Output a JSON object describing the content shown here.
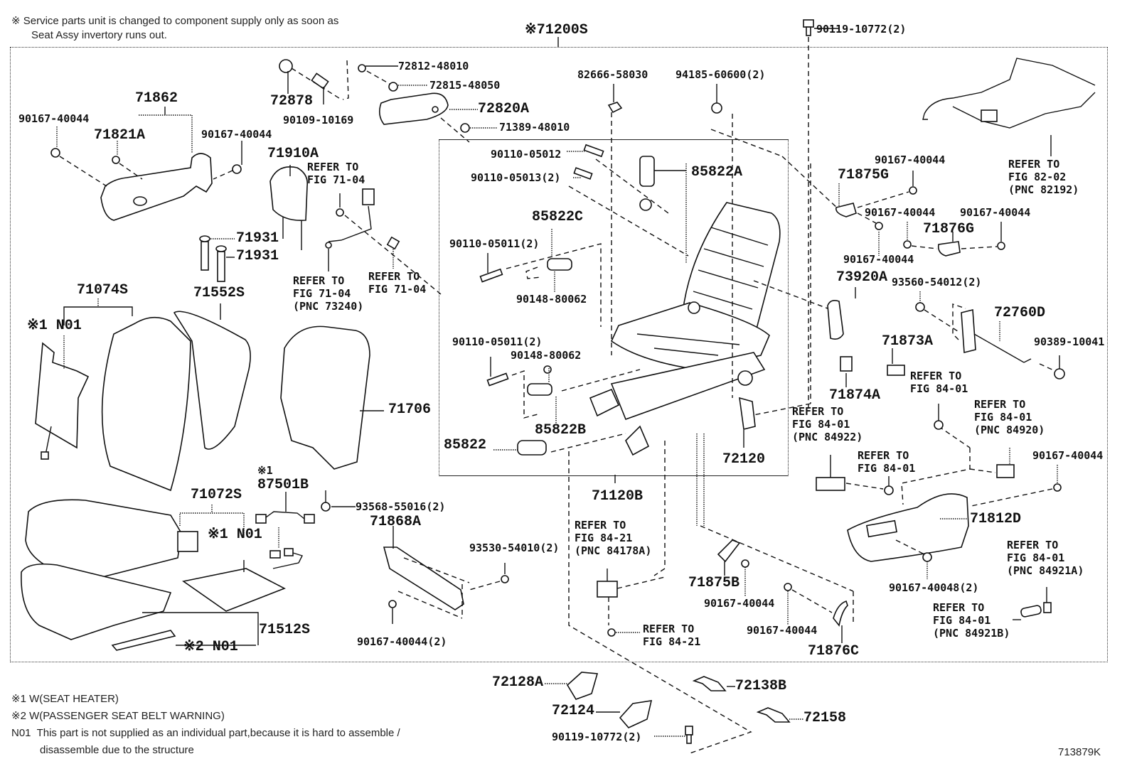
{
  "header_note": {
    "line1": "※ Service parts unit is changed to component supply only as soon as",
    "line2": "Seat Assy invertory runs out."
  },
  "assembly_label": "※71200S",
  "parts": {
    "p90119_10772_top": "90119-10772(2)",
    "p72812_48010": "72812-48010",
    "p72815_48050": "72815-48050",
    "p72878": "72878",
    "p90109_10169": "90109-10169",
    "p72820A": "72820A",
    "p71389_48010": "71389-48010",
    "p71862": "71862",
    "p90167_40044_a": "90167-40044",
    "p71821A": "71821A",
    "p90167_40044_b": "90167-40044",
    "p71910A": "71910A",
    "p71931_a": "71931",
    "p71931_b": "71931",
    "p82666_58030": "82666-58030",
    "p94185_60600": "94185-60600(2)",
    "p90110_05012": "90110-05012",
    "p90110_05013": "90110-05013(2)",
    "p85822A": "85822A",
    "p85822C": "85822C",
    "p90110_05011_a": "90110-05011(2)",
    "p90148_80062_a": "90148-80062",
    "p90110_05011_b": "90110-05011(2)",
    "p90148_80062_b": "90148-80062",
    "p85822B": "85822B",
    "p85822": "85822",
    "p72120": "72120",
    "p71120B": "71120B",
    "p71074S": "71074S",
    "p71552S": "71552S",
    "n01_a": "※1 N01",
    "p71706": "71706",
    "p87501B_mark": "※1",
    "p87501B": "87501B",
    "p93568_55016": "93568-55016(2)",
    "p71072S": "71072S",
    "n01_b": "※1 N01",
    "p71512S": "71512S",
    "n01_c": "※2 N01",
    "p71868A": "71868A",
    "p93530_54010": "93530-54010(2)",
    "p90167_40044_2": "90167-40044(2)",
    "p71875G": "71875G",
    "p90167_40044_c": "90167-40044",
    "p90167_40044_d": "90167-40044",
    "p90167_40044_e": "90167-40044",
    "p90167_40044_f": "90167-40044",
    "p71876G": "71876G",
    "p73920A": "73920A",
    "p93560_54012": "93560-54012(2)",
    "p72760D": "72760D",
    "p90389_10041": "90389-10041",
    "p71873A": "71873A",
    "p71874A": "71874A",
    "p90167_40044_g": "90167-40044",
    "p71812D": "71812D",
    "p90167_40048": "90167-40048(2)",
    "p71875B": "71875B",
    "p90167_40044_h": "90167-40044",
    "p90167_40044_i": "90167-40044",
    "p71876C": "71876C",
    "p72128A": "72128A",
    "p72138B": "72138B",
    "p72124": "72124",
    "p72158": "72158",
    "p90119_10772_bottom": "90119-10772(2)"
  },
  "references": {
    "ref_71_04_a": "REFER TO\nFIG 71-04",
    "ref_71_04_b": "REFER TO\nFIG 71-04\n(PNC 73240)",
    "ref_71_04_c": "REFER TO\nFIG 71-04",
    "ref_82_02": "REFER TO\nFIG 82-02\n(PNC 82192)",
    "ref_84_01_a": "REFER TO\nFIG 84-01",
    "ref_84_01_b": "REFER TO\nFIG 84-01\n(PNC 84920)",
    "ref_84_01_c": "REFER TO\nFIG 84-01\n(PNC 84922)",
    "ref_84_01_d": "REFER TO\nFIG 84-01",
    "ref_84_01_e": "REFER TO\nFIG 84-01\n(PNC 84921A)",
    "ref_84_01_f": "REFER TO\nFIG 84-01\n(PNC 84921B)",
    "ref_84_21_a": "REFER TO\nFIG 84-21\n(PNC 84178A)",
    "ref_84_21_b": "REFER TO\nFIG 84-21"
  },
  "footnotes": {
    "f1": "※1 W(SEAT HEATER)",
    "f2": "※2 W(PASSENGER SEAT BELT WARNING)",
    "f3a": "N01  This part is not supplied as an individual part,because it is hard to assemble /",
    "f3b": "disassemble due to the structure"
  },
  "figure_id": "713879K"
}
